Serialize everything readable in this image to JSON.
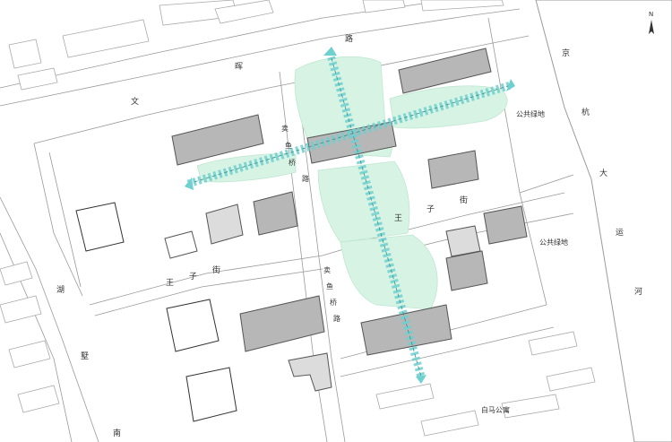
{
  "labels": {
    "road_north_1": "文",
    "road_north_2": "晖",
    "road_north_3": "路",
    "canal_1": "京",
    "canal_2": "杭",
    "canal_3": "大",
    "canal_4": "运",
    "canal_5": "河",
    "street_right_1": "王",
    "street_right_2": "子",
    "street_right_3": "街",
    "street_left_1": "王",
    "street_left_2": "子",
    "street_left_3": "街",
    "lane_upper_1": "卖",
    "lane_upper_2": "鱼",
    "lane_upper_3": "桥",
    "lane_upper_4": "路",
    "lane_lower_1": "卖",
    "lane_lower_2": "鱼",
    "lane_lower_3": "桥",
    "lane_lower_4": "路",
    "road_west_1": "湖",
    "road_west_2": "墅",
    "road_west_3": "南",
    "green_upper": "公共绿地",
    "green_lower": "公共绿地",
    "apartment": "白马公寓",
    "north": "N"
  },
  "colors": {
    "building_fill": "#b7b7b7",
    "building_stroke": "#555555",
    "green_fill": "#d6f3e3",
    "axis_color": "#6fd0d0",
    "line_color": "#9a9a9a"
  }
}
